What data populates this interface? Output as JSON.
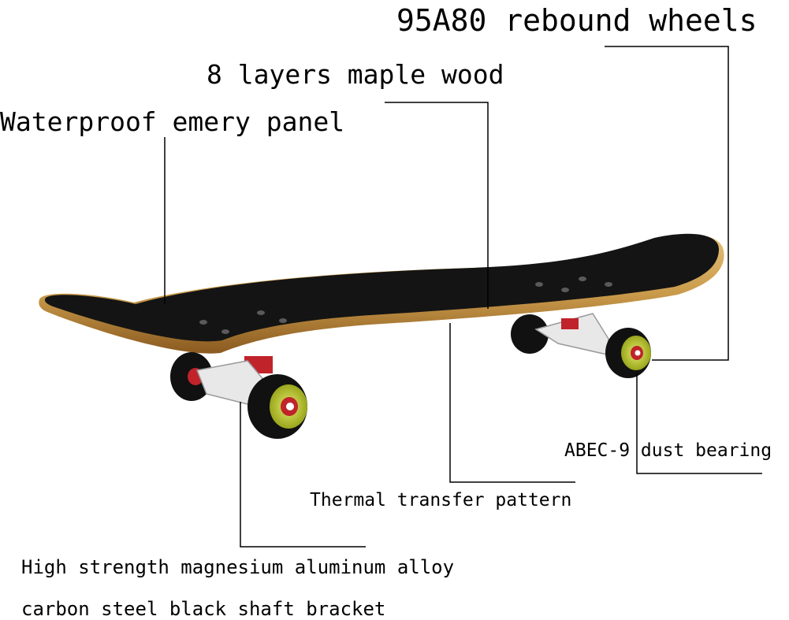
{
  "labels": {
    "wheels": "95A80 rebound wheels",
    "maple": "8 layers maple wood",
    "emery": "Waterproof emery panel",
    "bearing": "ABEC-9 dust bearing",
    "thermal": "Thermal transfer pattern",
    "alloy_line1": "High strength magnesium aluminum alloy",
    "alloy_line2": "carbon steel black shaft bracket"
  },
  "colors": {
    "griptape": "#141414",
    "wood_edge": "#c99a4a",
    "wood_dark": "#8a5a20",
    "truck": "#e8e8e8",
    "wheel": "#111111",
    "wheel_hub": "#c7d22a",
    "bearing_red": "#c0232a",
    "leader_line": "#000000"
  }
}
